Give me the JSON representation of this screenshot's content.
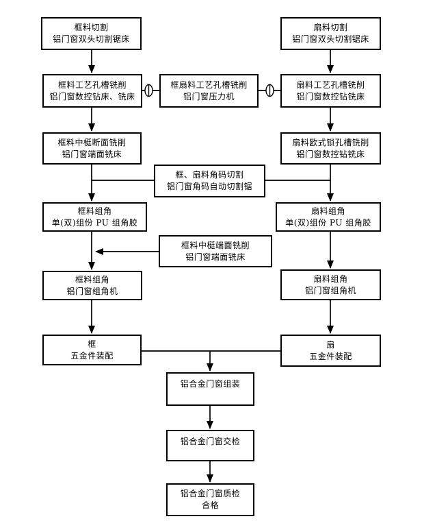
{
  "colors": {
    "page_background": "#ffffff",
    "box_border": "#000000",
    "box_fill": "#ffffff",
    "text": "#000000",
    "connector": "#000000"
  },
  "icons": {
    "junction_symbol": "⊕",
    "junction_symbol_name": "circled-vertical-bar-icon",
    "arrowhead_name": "filled-triangle-arrowhead"
  },
  "nodes": [
    {
      "id": "frame-cutting",
      "line1": "框料切割",
      "line2": "铝门窗双头切割锯床"
    },
    {
      "id": "sash-cutting",
      "line1": "扇料切割",
      "line2": "铝门窗双头切割锯床"
    },
    {
      "id": "frame-process-hole-milling",
      "line1": "框料工艺孔槽铣削",
      "line2": "铝门窗数控钻床、铣床"
    },
    {
      "id": "frame-sash-process-hole-milling",
      "line1": "框扇料工艺孔槽铣削",
      "line2": "铝门窗压力机"
    },
    {
      "id": "sash-process-hole-milling",
      "line1": "扇料工艺孔槽铣削",
      "line2": "铝门窗数控钻铣床"
    },
    {
      "id": "frame-mullion-section-milling",
      "line1": "框料中梃断面铣削",
      "line2": "铝门窗端面铣床"
    },
    {
      "id": "sash-euro-lock-milling",
      "line1": "扇料欧式锁孔槽铣削",
      "line2": "铝门窗数控钻铣床"
    },
    {
      "id": "corner-key-cutting",
      "line1": "框、扇料角码切割",
      "line2": "铝门窗角码自动切割锯"
    },
    {
      "id": "frame-corner-joining-glue",
      "line1": "框料组角",
      "line2": "单(双)组份 PU 组角胶"
    },
    {
      "id": "sash-corner-joining-glue",
      "line1": "扇料组角",
      "line2": "单(双)组份 PU 组角胶"
    },
    {
      "id": "frame-mullion-end-milling",
      "line1": "框料中梃端面铣削",
      "line2": "铝门窗端面铣床"
    },
    {
      "id": "frame-corner-joining-machine",
      "line1": "框料组角",
      "line2": "铝门窗组角机"
    },
    {
      "id": "sash-corner-joining-machine",
      "line1": "扇料组角",
      "line2": "铝门窗组角机"
    },
    {
      "id": "frame-hardware-assembly",
      "line1": "框",
      "line2": "五金件装配"
    },
    {
      "id": "sash-hardware-assembly",
      "line1": "扇",
      "line2": "五金件装配"
    },
    {
      "id": "window-assembly",
      "line1": "铝合金门窗组装"
    },
    {
      "id": "delivery-inspection",
      "line1": "铝合金门窗交检"
    },
    {
      "id": "quality-inspection-pass",
      "line1": "铝合金门窗质检",
      "line2": "合格"
    }
  ]
}
